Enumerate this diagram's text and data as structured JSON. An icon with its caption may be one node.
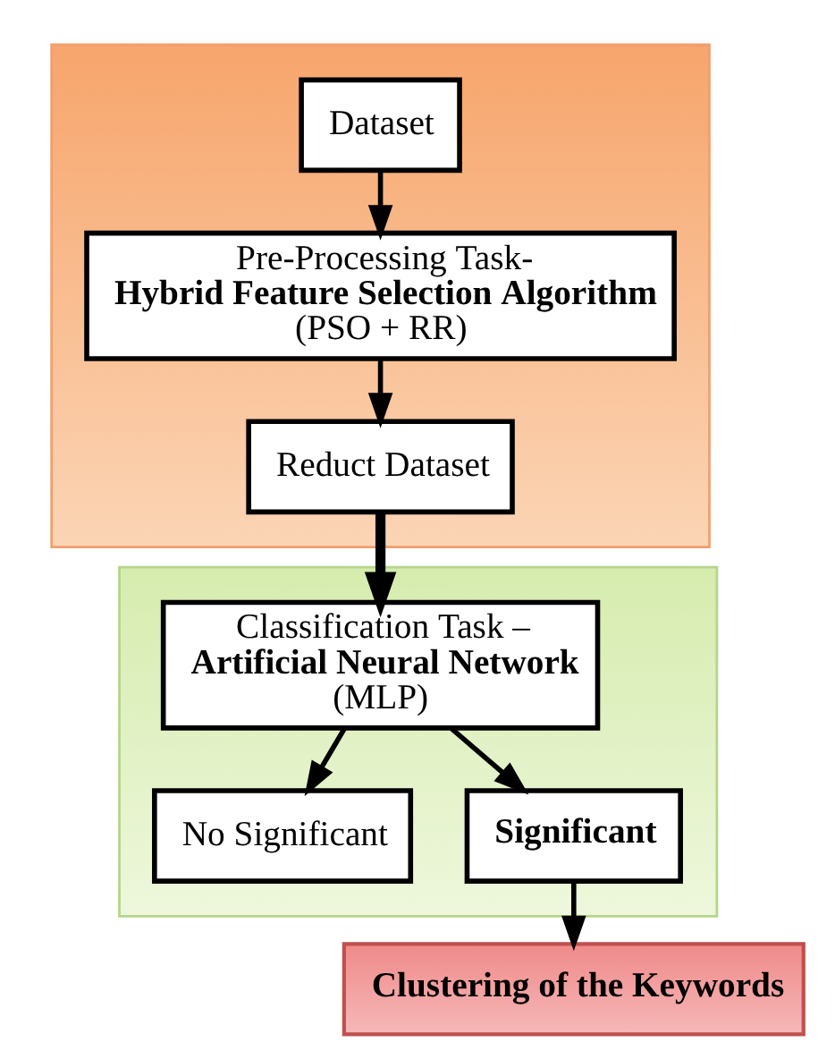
{
  "diagram": {
    "nodes": [
      {
        "text": [],
        "shape": "box"
      },
      {
        "text": [
          "Dataset"
        ],
        "in": 0
      },
      {
        "text": [
          "Pre-Processing Task- **Hybrid Feature Selection Algorithm** (PSO + RR)"
        ],
        "in": 0
      },
      {
        "text": [
          "Reduct Dataset"
        ],
        "in": 0
      },
      {
        "text": [],
        "shape": "box"
      },
      {
        "text": [
          "Classification Task – **Artificial Neural Network** (MLP)"
        ],
        "in": 4
      },
      {
        "text": [
          "No Significant"
        ],
        "in": 4
      },
      {
        "text": [
          "Significant"
        ],
        "in": 4
      },
      {
        "text": [
          "Clustering of the Keywords"
        ]
      }
    ],
    "edges": [
      {
        "from": 1,
        "to": 2,
        "arrow": "to"
      },
      {
        "from": 2,
        "to": 3,
        "arrow": "to"
      },
      {
        "from": 3,
        "to": 5,
        "arrow": "to",
        "style": "thick"
      },
      {
        "from": 5,
        "to": 6,
        "arrow": "to"
      },
      {
        "from": 5,
        "to": 7,
        "arrow": "to"
      },
      {
        "from": 7,
        "to": 8,
        "arrow": "to"
      }
    ]
  }
}
